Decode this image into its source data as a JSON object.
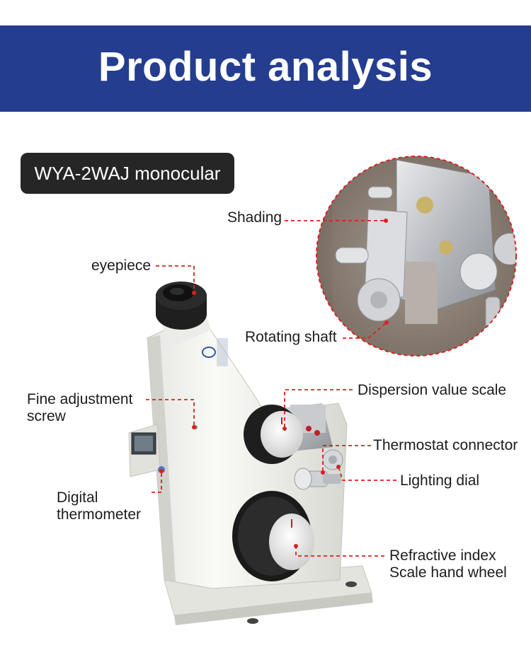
{
  "header": {
    "title": "Product analysis"
  },
  "model_badge": "WYA-2WAJ monocular",
  "callouts": {
    "shading": "Shading",
    "rotating_shaft": "Rotating shaft",
    "eyepiece": "eyepiece",
    "fine_adjustment": [
      "Fine adjustment",
      "screw"
    ],
    "digital_thermometer": [
      "Digital",
      "thermometer"
    ],
    "dispersion_scale": "Dispersion value scale",
    "thermostat_connector": "Thermostat connector",
    "lighting_dial": "Lighting dial",
    "refractive_index": [
      "Refractive index",
      "Scale hand wheel"
    ]
  },
  "colors": {
    "banner": "#243d8f",
    "badge": "#262626",
    "leader_line": "#d92020"
  }
}
